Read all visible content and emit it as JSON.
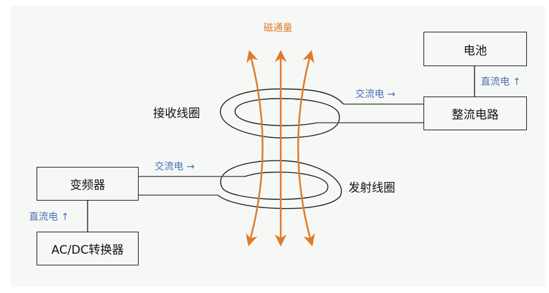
{
  "flux_label": "磁通量",
  "receive_coil_label": "接收线圈",
  "transmit_coil_label": "发射线圈",
  "boxes": {
    "battery": "电池",
    "rectifier": "整流电路",
    "inverter": "变频器",
    "acdc": "AC/DC转换器"
  },
  "currents": {
    "ac_top": "交流电 →",
    "ac_bottom": "交流电 →",
    "dc_right": "直流电 ↑",
    "dc_left": "直流电 ↑"
  },
  "colors": {
    "flux": "#e07b2c",
    "current": "#4a6fb5",
    "line": "#222222"
  }
}
